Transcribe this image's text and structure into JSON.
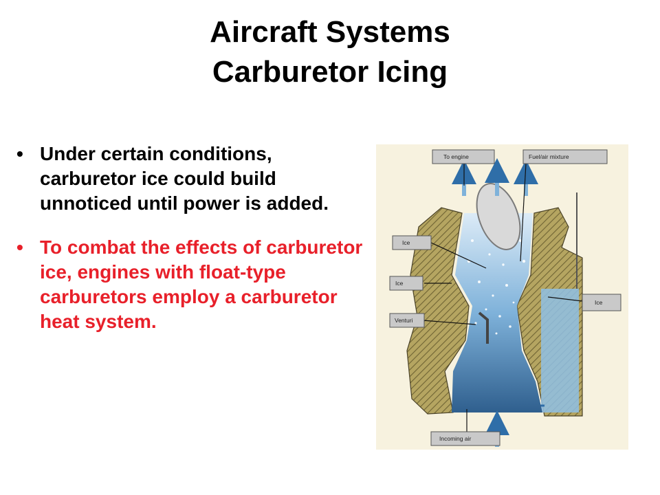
{
  "slide": {
    "title_line1": "Aircraft Systems",
    "title_line2": "Carburetor Icing",
    "bullet_marker": "•",
    "bullets": [
      {
        "text": "Under certain conditions, carburetor ice could build unnoticed until power is added.",
        "color": "#000000"
      },
      {
        "text": "To combat the effects of carburetor ice, engines with float-type carburetors employ a carburetor heat system.",
        "color": "#e8202a"
      }
    ]
  },
  "diagram": {
    "labels": {
      "to_engine": "To engine",
      "fuel_air_mixture": "Fuel/air mixture",
      "ice_1": "Ice",
      "ice_2": "Ice",
      "ice_3": "Ice",
      "venturi": "Venturi",
      "incoming_air": "Incoming air"
    },
    "colors": {
      "background": "#f7f2df",
      "housing": "#b5a561",
      "air_flow": "#7fb2da",
      "label_box": "#c9c9c9"
    }
  }
}
